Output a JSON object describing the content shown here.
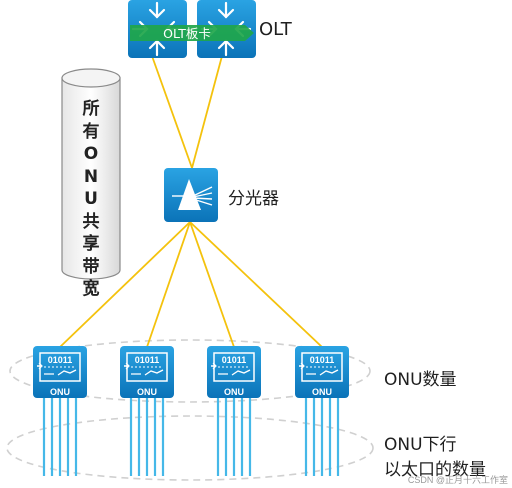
{
  "labels": {
    "olt": "OLT",
    "olt_card": "OLT板卡",
    "splitter": "分光器",
    "onu_count": "ONU数量",
    "onu_ports_line1": "ONU下行",
    "onu_ports_line2": "以太口的数量",
    "shared_bandwidth": "所有ONU共享带宽",
    "watermark": "CSDN @正月十六工作室"
  },
  "onus": [
    {
      "label": "ONU",
      "code": "01011"
    },
    {
      "label": "ONU",
      "code": "01011"
    },
    {
      "label": "ONU",
      "code": "01011"
    },
    {
      "label": "ONU",
      "code": "01011"
    }
  ],
  "colors": {
    "device_blue": "#1a8fd1",
    "device_blue_dark": "#0b6fb0",
    "fiber_line": "#f4c20d",
    "ethernet_line": "#45b8e8",
    "olt_card_green": "#1fa64a",
    "dashed_ellipse": "#d0d0d0"
  },
  "icons": [
    "router-icon",
    "splitter-icon",
    "onu-icon"
  ]
}
